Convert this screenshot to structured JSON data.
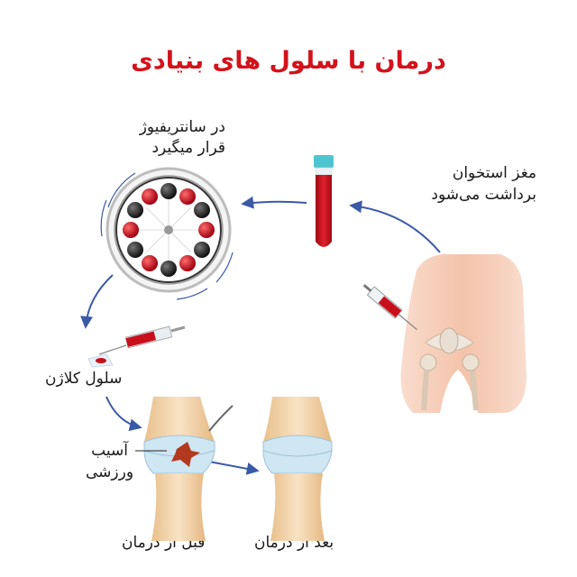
{
  "title": "درمان با سلول های بنیادی",
  "labels": {
    "centrifuge": [
      "در سانتریفیوژ",
      "قرار میگیرد"
    ],
    "bone_marrow": [
      "مغز استخوان",
      "برداشت می‌شود"
    ],
    "collagen_cell": "سلول کلاژن",
    "sports_injury": [
      "آسیب",
      "ورزشی"
    ],
    "before_treatment": "قبل از درمان",
    "after_treatment": "بعد از درمان"
  },
  "colors": {
    "title": "#d3121b",
    "arrow": "#3a5aa6",
    "blood": "#c8101c",
    "cap": "#4fc6cf",
    "cartilage": "#cfe6f3",
    "bone": "#f2d6b0",
    "skin": "#f6c9b3"
  }
}
